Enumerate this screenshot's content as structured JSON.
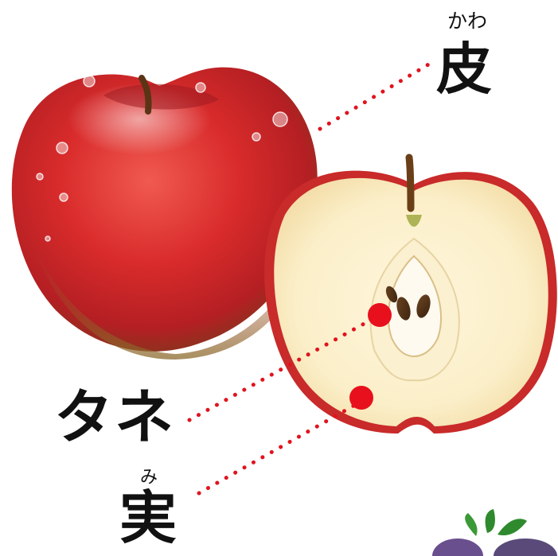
{
  "labels": {
    "skin": {
      "text": "皮",
      "ruby": "かわ"
    },
    "seed": {
      "text": "タネ"
    },
    "flesh": {
      "text": "実",
      "ruby": "み"
    }
  },
  "colors": {
    "apple_red": "#d92b2b",
    "flesh_cream": "#fbefc9",
    "leader_line": "#e0141e",
    "marker_dot": "#e8101c",
    "leaf_green": "#2f8a2e"
  }
}
